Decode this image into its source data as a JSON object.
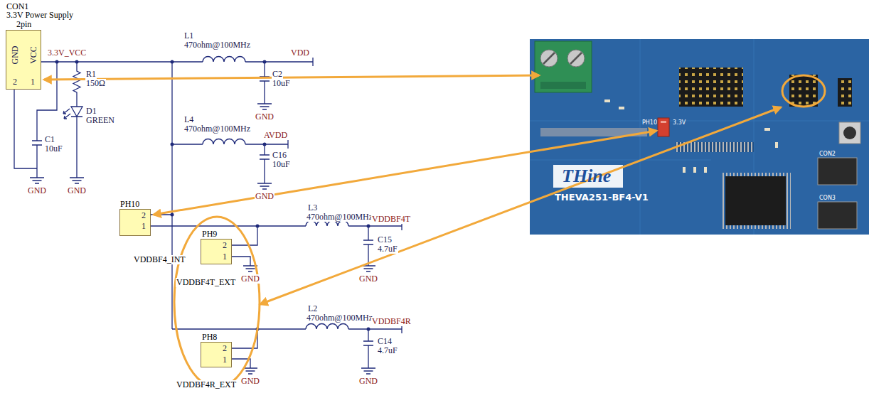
{
  "diagram": {
    "nodes": [
      {
        "text": [
          "CON1",
          "3.3V Power Supply",
          "2pin",
          "GND",
          "VCC",
          "2",
          "1"
        ]
      },
      {
        "text": [
          "PH10",
          "2",
          "1",
          "VDDBF4_INT"
        ]
      },
      {
        "text": [
          "PH9",
          "2",
          "1",
          "VDDBF4T_EXT"
        ]
      },
      {
        "text": [
          "PH8",
          "2",
          "1",
          "VDDBF4R_EXT"
        ]
      }
    ],
    "labels": [
      "3.3V_VCC",
      "R1",
      "150Ω",
      "D1",
      "GREEN",
      "C1",
      "10uF",
      "GND",
      "GND",
      "L1",
      "470ohm@100MHz",
      "VDD",
      "C2",
      "10uF",
      "GND",
      "L4",
      "470ohm@100MHz",
      "AVDD",
      "C16",
      "10uF",
      "GND",
      "L3",
      "470ohm@100MHz",
      "VDDBF4T",
      "C15",
      "4.7uF",
      "GND",
      "GND",
      "L2",
      "470ohm@100MHz",
      "VDDBF4R",
      "C14",
      "4.7uF",
      "GND",
      "GND",
      "THine",
      "THEVA251-BF4-V1",
      "PH10",
      "3.3V",
      "CON2",
      "CON3"
    ]
  }
}
